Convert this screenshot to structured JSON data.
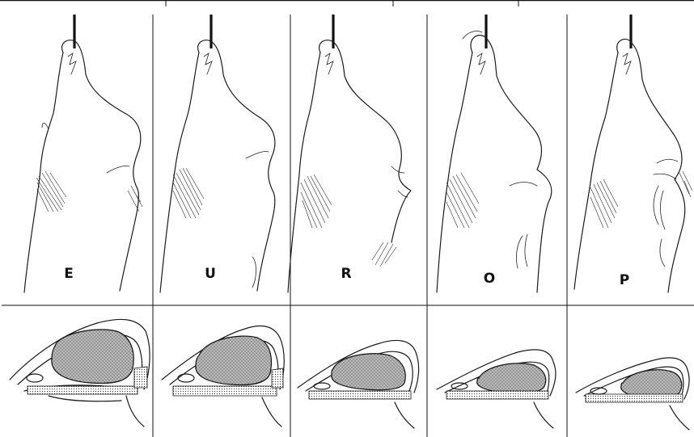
{
  "figure": {
    "panels": [
      {
        "label": "E"
      },
      {
        "label": "U"
      },
      {
        "label": "R"
      },
      {
        "label": "O"
      },
      {
        "label": "P"
      }
    ]
  },
  "colors": {
    "ink": "#1a1a1a",
    "stipple": "#9a9a9a",
    "background": "#ffffff"
  }
}
